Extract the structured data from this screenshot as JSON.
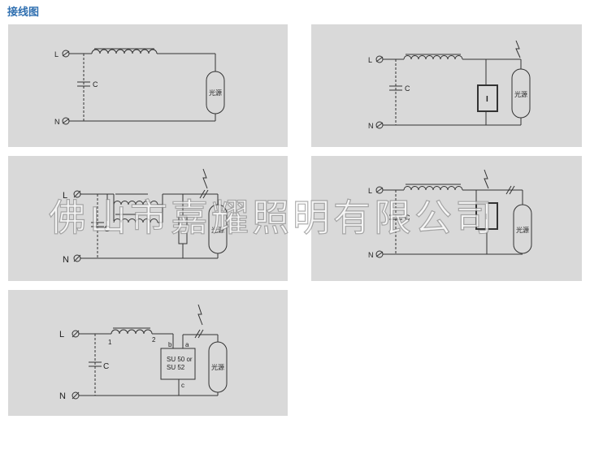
{
  "heading": "接线图",
  "watermark": "佛山市嘉耀照明有限公司",
  "labels": {
    "line": "L",
    "neutral": "N",
    "capacitor": "C",
    "lamp": "光源",
    "ignitor": "I",
    "su_line1": "SU 50 or",
    "su_line2": "SU 52",
    "pin_a": "a",
    "pin_b": "b",
    "pin_c": "c",
    "pin_1": "1",
    "pin_2": "2"
  }
}
